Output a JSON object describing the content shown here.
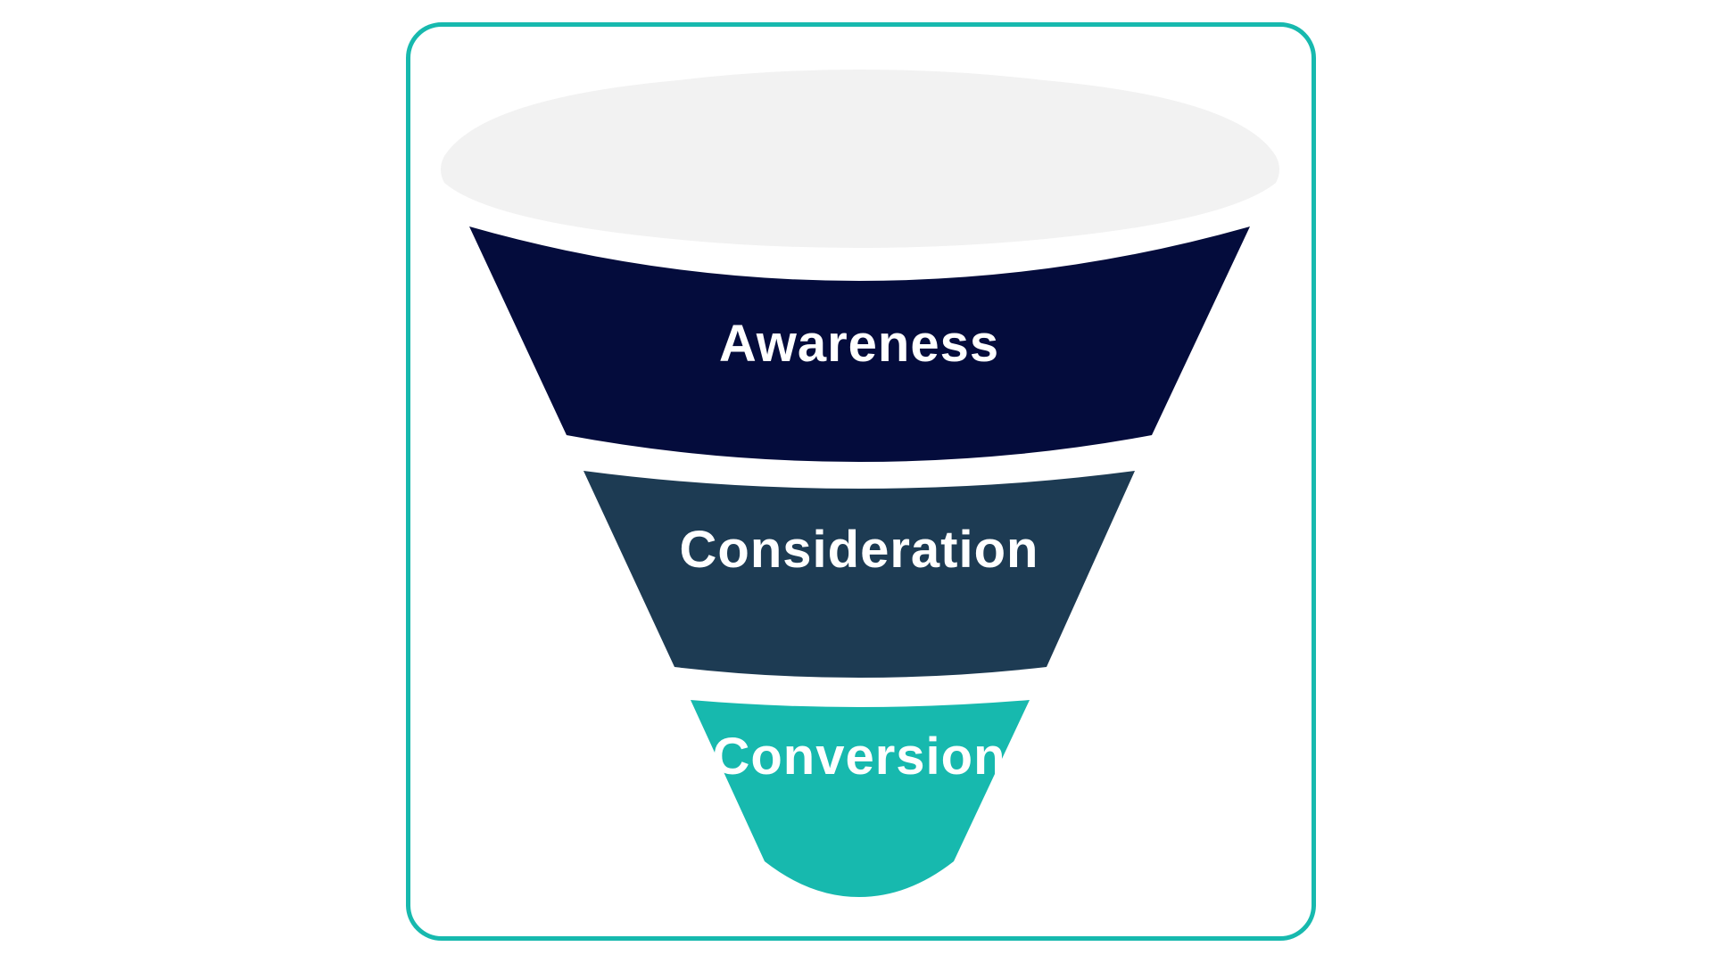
{
  "colors": {
    "frame": "#17b9ae",
    "rim": "#f2f2f2",
    "awareness": "#040c3c",
    "consideration": "#1d3b53",
    "conversion": "#17b9ae",
    "label_text": "#ffffff"
  },
  "funnel": {
    "stages": [
      {
        "label": "Awareness"
      },
      {
        "label": "Consideration"
      },
      {
        "label": "Conversion"
      }
    ]
  }
}
